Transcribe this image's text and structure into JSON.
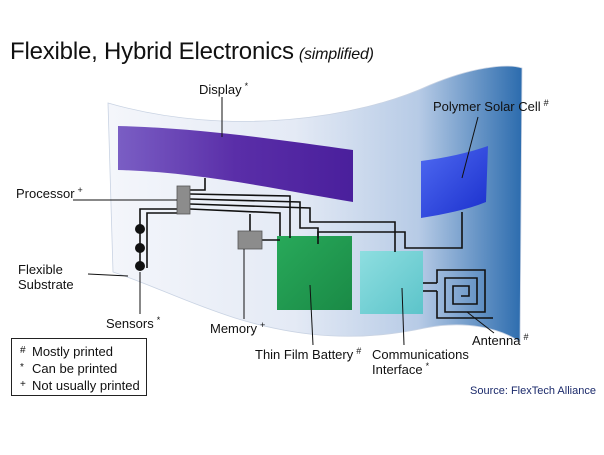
{
  "title": "Flexible, Hybrid Electronics",
  "subtitle": "(simplified)",
  "components": {
    "display": {
      "label": "Display",
      "mark": "*"
    },
    "solar": {
      "label": "Polymer Solar Cell",
      "mark": "#"
    },
    "processor": {
      "label": "Processor",
      "mark": "+"
    },
    "substrate": {
      "line1": "Flexible",
      "line2": "Substrate"
    },
    "sensors": {
      "label": "Sensors",
      "mark": "*"
    },
    "memory": {
      "label": "Memory",
      "mark": "+"
    },
    "battery": {
      "label": "Thin Film Battery",
      "mark": "#"
    },
    "comms": {
      "line1": "Communications",
      "line2": "Interface",
      "mark": "*"
    },
    "antenna": {
      "label": "Antenna",
      "mark": "#"
    }
  },
  "legend": [
    {
      "symbol": "#",
      "text": "Mostly printed"
    },
    {
      "symbol": "*",
      "text": "Can be printed"
    },
    {
      "symbol": "+",
      "text": "Not usually printed"
    }
  ],
  "source": "Source:  FlexTech Alliance",
  "colors": {
    "display": "#5b2fa8",
    "solar": "#2f46e6",
    "battery": "#1f9a4e",
    "comms": "#6fd0d4",
    "substrate_light": "#f2f5fb",
    "substrate_dark": "#2f6fb0",
    "chip": "#8a8a8a"
  }
}
